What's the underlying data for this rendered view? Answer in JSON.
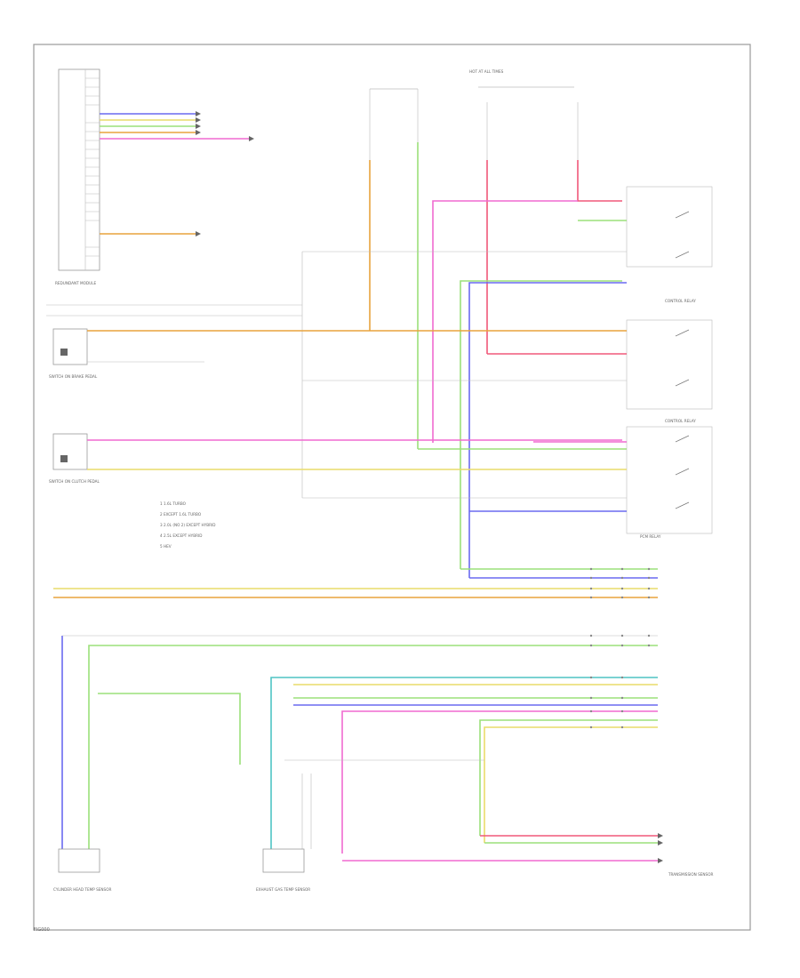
{
  "colors": {
    "orange": "#e8a33d",
    "yellow": "#e9dc6a",
    "pink": "#f06ad0",
    "red": "#f0587a",
    "green": "#9be07a",
    "blue": "#6a6af0",
    "teal": "#4fc4c4",
    "gray": "#bbbbbb",
    "frame": "#999999",
    "ink": "#555555"
  },
  "legend": {
    "items": [
      "1  1.6L TURBO",
      "2  EXCEPT 1.6L TURBO",
      "3  2.0L (NO 2) EXCEPT HYBRID",
      "4  2.5L EXCEPT HYBRID",
      "5  HEV"
    ]
  },
  "footer": {
    "code": "FIG000"
  },
  "blocks": {
    "module_left": "REDUNDANT MODULE",
    "switch_left_top": "SWITCH ON BRAKE PEDAL",
    "switch_left_bottom": "SWITCH ON CLUTCH PEDAL",
    "sensor_left": "CYLINDER HEAD TEMP SENSOR",
    "sensor_mid": "EXHAUST GAS TEMP SENSOR",
    "sensor_right": "TRANSMISSION SENSOR",
    "hot_label": "HOT AT ALL TIMES",
    "right_relay_1": "CONTROL RELAY",
    "right_relay_2": "CONTROL RELAY",
    "right_relay_3": "PCM RELAY"
  }
}
